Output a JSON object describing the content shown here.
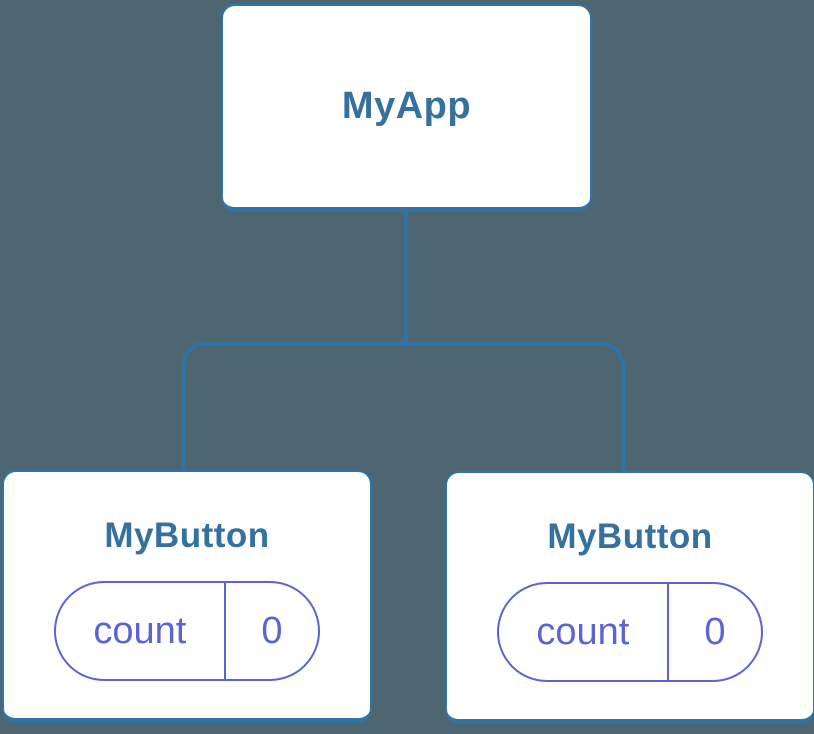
{
  "colors": {
    "background": "#4D6671",
    "line-blue": "#3173A4",
    "text-blue": "#35719F",
    "purple": "#5E63D4",
    "node-bg": "#FFFFFF"
  },
  "tree": {
    "root": {
      "label": "MyApp"
    },
    "children": [
      {
        "label": "MyButton",
        "state": {
          "key": "count",
          "value": "0"
        }
      },
      {
        "label": "MyButton",
        "state": {
          "key": "count",
          "value": "0"
        }
      }
    ]
  }
}
